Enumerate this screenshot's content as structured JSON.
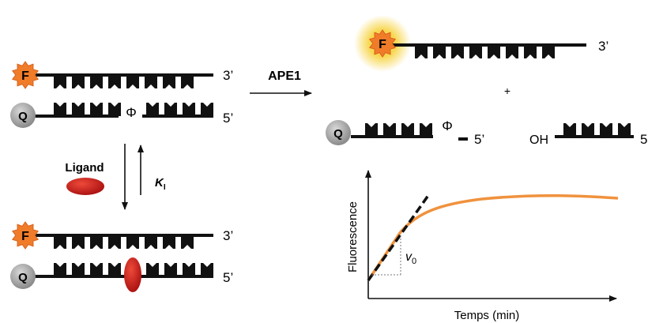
{
  "labels": {
    "f": "F",
    "q": "Q",
    "three_prime": "3’",
    "five_prime": "5’",
    "five_prime_cut": "5",
    "phi": "Φ",
    "oh": "OH",
    "plus": "+",
    "enzyme": "APE1",
    "ligand": "Ligand",
    "k_main": "K",
    "k_sub": "I"
  },
  "plot": {
    "ylabel": "Fluorescence",
    "xlabel": "Temps (min)",
    "v0_main": "v",
    "v0_sub": "0"
  },
  "colors": {
    "fluorophore": "#f07c2a",
    "fluorophore_glow": "#f6cf2e",
    "quencher": "#9a9a9a",
    "ligand": "#cc1a1a",
    "curve": "#f0923e",
    "strand": "#111111"
  }
}
